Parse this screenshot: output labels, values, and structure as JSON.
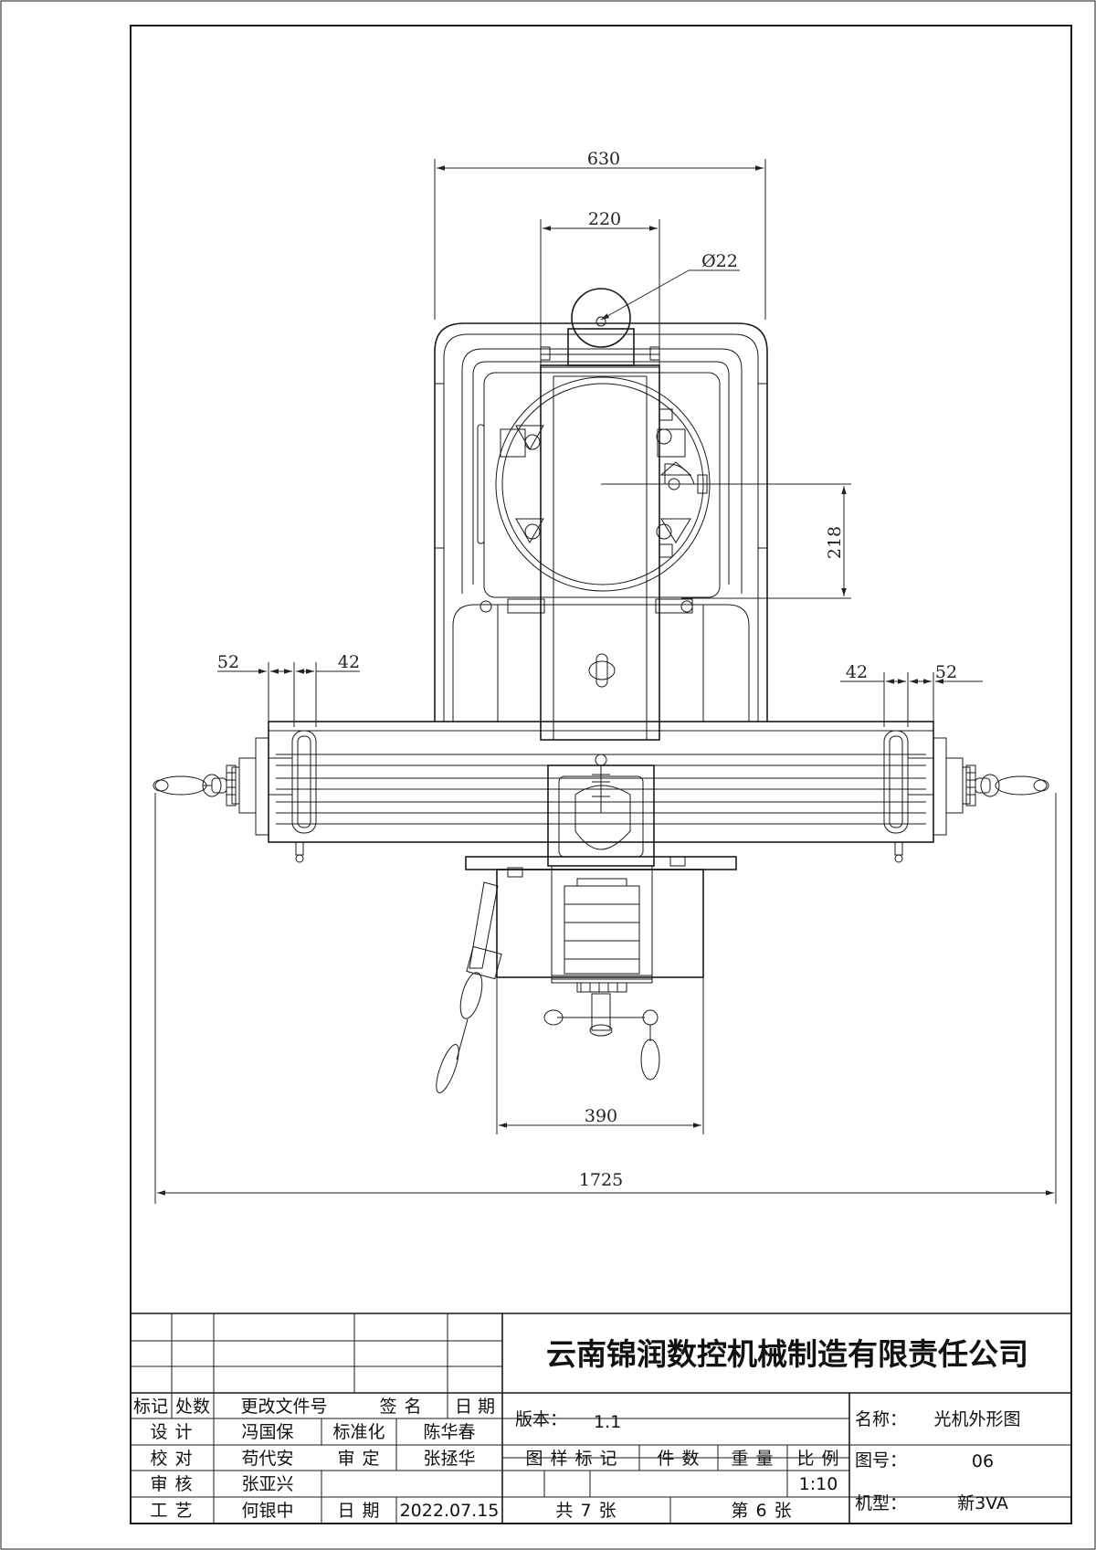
{
  "dimensions": {
    "d630": "630",
    "d220": "220",
    "d22": "Ø22",
    "d218": "218",
    "d52_left": "52",
    "d42_left": "42",
    "d42_right": "42",
    "d52_right": "52",
    "d390": "390",
    "d1725": "1725"
  },
  "title_block": {
    "company": "云南锦润数控机械制造有限责任公司",
    "header": {
      "mark": "标记",
      "count": "处数",
      "change_doc": "更改文件号",
      "sign": "签  名",
      "date": "日 期"
    },
    "rows": {
      "design_label": "设 计",
      "design_name": "冯国保",
      "standard_label": "标准化",
      "standard_name": "陈华春",
      "check_label": "校 对",
      "check_name": "苟代安",
      "approve_label": "审 定",
      "approve_name": "张拯华",
      "review_label": "审 核",
      "review_name": "张亚兴",
      "process_label": "工 艺",
      "process_name": "何银中",
      "date_label": "日 期",
      "date_value": "2022.07.15"
    },
    "version_label": "版本：",
    "version_value": "1.1",
    "pattern_mark": "图 样 标 记",
    "quantity": "件 数",
    "weight": "重 量",
    "scale_label": "比 例",
    "scale_value": "1:10",
    "total_sheets": "共 7 张",
    "sheet_no": "第 6 张",
    "name_label": "名称：",
    "name_value": "光机外形图",
    "drawing_no_label": "图号：",
    "drawing_no_value": "06",
    "model_label": "机型：",
    "model_value": "新3VA"
  }
}
